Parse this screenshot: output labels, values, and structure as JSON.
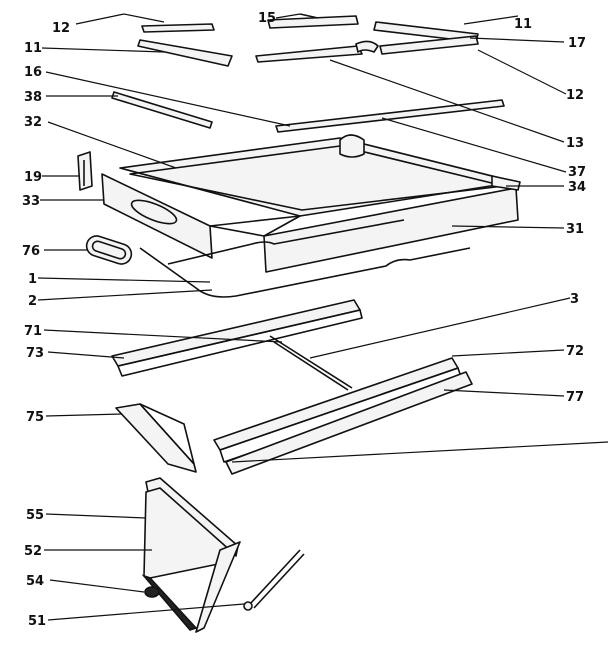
{
  "diagram": {
    "callouts": [
      {
        "id": "c12a",
        "text": "12"
      },
      {
        "id": "c15",
        "text": "15"
      },
      {
        "id": "c11a",
        "text": "11"
      },
      {
        "id": "c11b",
        "text": "11"
      },
      {
        "id": "c17",
        "text": "17"
      },
      {
        "id": "c16",
        "text": "16"
      },
      {
        "id": "c12b",
        "text": "12"
      },
      {
        "id": "c38",
        "text": "38"
      },
      {
        "id": "c13",
        "text": "13"
      },
      {
        "id": "c32",
        "text": "32"
      },
      {
        "id": "c37",
        "text": "37"
      },
      {
        "id": "c19",
        "text": "19"
      },
      {
        "id": "c34",
        "text": "34"
      },
      {
        "id": "c33",
        "text": "33"
      },
      {
        "id": "c31",
        "text": "31"
      },
      {
        "id": "c76",
        "text": "76"
      },
      {
        "id": "c1",
        "text": "1"
      },
      {
        "id": "c2",
        "text": "2"
      },
      {
        "id": "c3",
        "text": "3"
      },
      {
        "id": "c71",
        "text": "71"
      },
      {
        "id": "c72",
        "text": "72"
      },
      {
        "id": "c73",
        "text": "73"
      },
      {
        "id": "c77",
        "text": "77"
      },
      {
        "id": "c75",
        "text": "75"
      },
      {
        "id": "c55",
        "text": "55"
      },
      {
        "id": "c52",
        "text": "52"
      },
      {
        "id": "c54",
        "text": "54"
      },
      {
        "id": "c51",
        "text": "51"
      }
    ]
  }
}
